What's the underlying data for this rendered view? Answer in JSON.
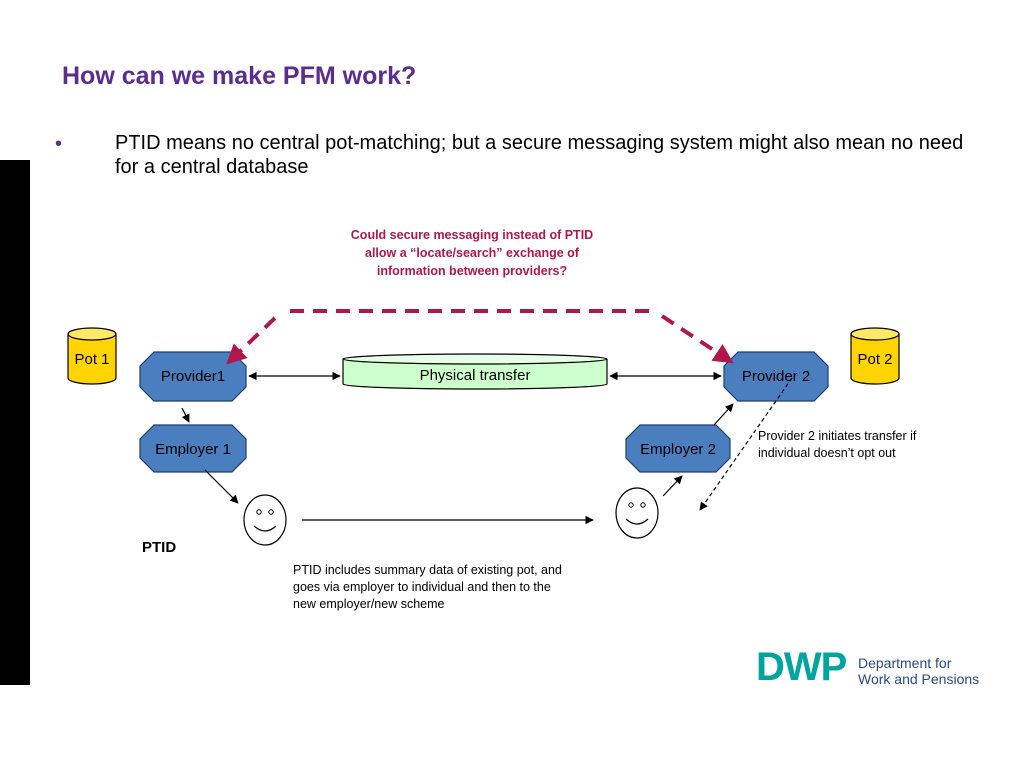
{
  "slide": {
    "title": "How can we make PFM work?",
    "bullet_marker": "•",
    "bullet": "PTID means no central pot-matching;  but a secure messaging system might also mean no need for a central database"
  },
  "diagram": {
    "callout_lines": [
      "Could secure messaging instead of PTID",
      "allow a “locate/search” exchange of",
      "information between providers?"
    ],
    "nodes": {
      "pot1": "Pot 1",
      "pot2": "Pot 2",
      "provider1": "Provider1",
      "provider2": "Provider 2",
      "employer1": "Employer 1",
      "employer2": "Employer 2",
      "transfer": "Physical transfer"
    },
    "provider2_note_lines": [
      "Provider 2 initiates transfer if",
      "individual doesn’t opt out"
    ],
    "ptid_label": "PTID",
    "ptid_note_lines": [
      "PTID includes summary data of existing pot, and",
      "goes via employer to individual and then to the",
      "new employer/new scheme"
    ],
    "colors": {
      "title": "#5b2d8e",
      "callout": "#b0174a",
      "dashed_arrow": "#b0174a",
      "octagon_fill": "#4a7ebf",
      "pot_fill": "#ffd400",
      "transfer_fill": "#ccffcc"
    }
  },
  "logo": {
    "letters": "DWP",
    "line1": "Department for",
    "line2": "Work and Pensions"
  }
}
